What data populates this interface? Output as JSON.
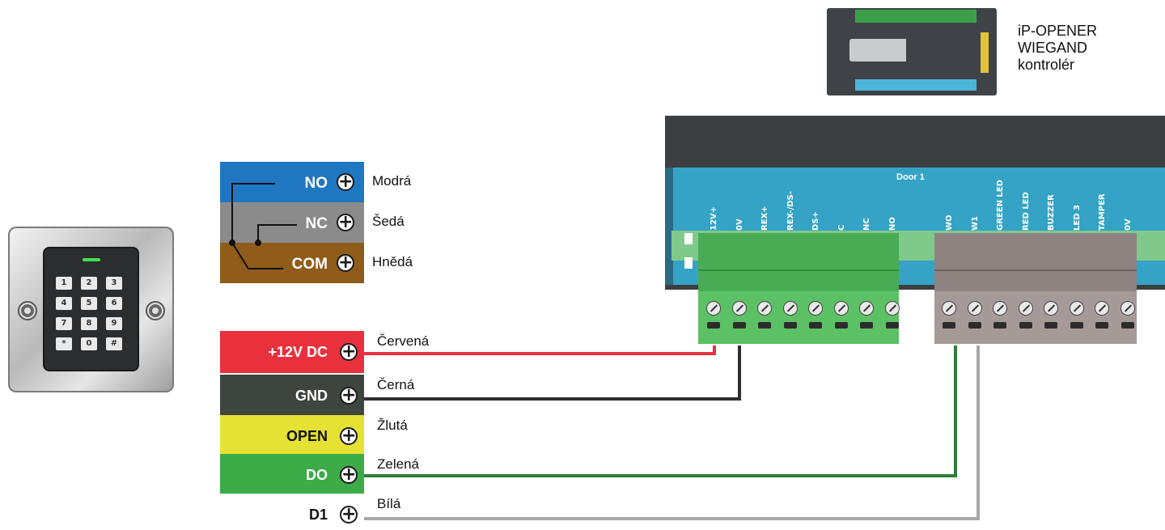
{
  "controller": {
    "title_line1": "iP-OPENER",
    "title_line2": "WIEGAND",
    "title_line3": "kontrolér",
    "door_label": "Door 1"
  },
  "keypad": {
    "keys": [
      "1",
      "2",
      "3",
      "4",
      "5",
      "6",
      "7",
      "8",
      "9",
      "*",
      "0",
      "#"
    ]
  },
  "relay_terminals": [
    {
      "name": "NO",
      "wire": "Modrá",
      "color": "#1f77c2"
    },
    {
      "name": "NC",
      "wire": "Šedá",
      "color": "#8b8b8b"
    },
    {
      "name": "COM",
      "wire": "Hnědá",
      "color": "#8f5c1a"
    }
  ],
  "cable_terminals": [
    {
      "name": "+12V DC",
      "wire": "Červená",
      "color": "#e8313d"
    },
    {
      "name": "GND",
      "wire": "Černá",
      "color": "#3e453f"
    },
    {
      "name": "OPEN",
      "wire": "Žlutá",
      "color": "#e6e233"
    },
    {
      "name": "DO",
      "wire": "Zelená",
      "color": "#3cab48"
    },
    {
      "name": "D1",
      "wire": "Bílá",
      "color": "#ffffff"
    }
  ],
  "green_block_pins": [
    "12V+",
    "0V",
    "REX+",
    "REX-/DS-",
    "DS+",
    "C",
    "NC",
    "NO"
  ],
  "gray_block_pins": [
    "WO",
    "W1",
    "GREEN LED",
    "RED LED",
    "BUZZER",
    "LED 3",
    "TAMPER",
    "0V"
  ],
  "wire_colors": {
    "red": "#e8313d",
    "black": "#2d2f30",
    "green": "#2f7d3a",
    "white": "#a8a8a8"
  }
}
